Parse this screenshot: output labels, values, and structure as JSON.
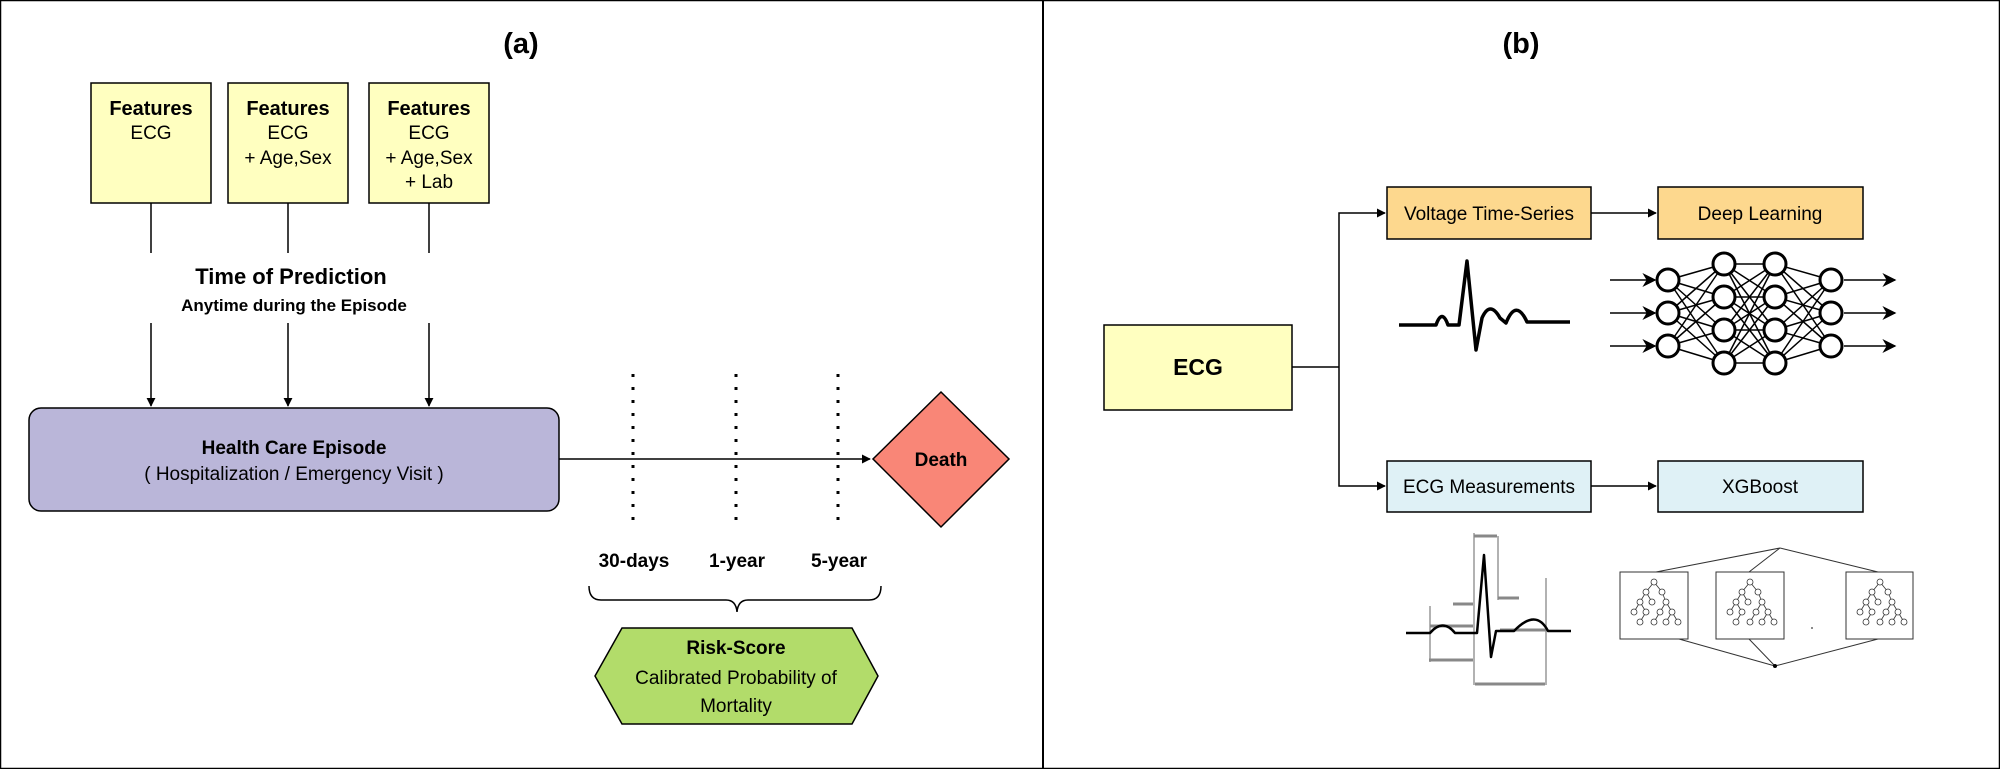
{
  "panel_a": {
    "label": "(a)",
    "feature_boxes": [
      {
        "title": "Features",
        "lines": [
          "ECG"
        ]
      },
      {
        "title": "Features",
        "lines": [
          "ECG",
          "+ Age,Sex"
        ]
      },
      {
        "title": "Features",
        "lines": [
          "ECG",
          "+ Age,Sex",
          "+ Lab"
        ]
      }
    ],
    "prediction_time": {
      "title": "Time of Prediction",
      "subtitle": "Anytime during the Episode"
    },
    "episode": {
      "title": "Health Care Episode",
      "subtitle": "( Hospitalization / Emergency Visit )"
    },
    "outcome": "Death",
    "horizons": [
      "30-days",
      "1-year",
      "5-year"
    ],
    "risk_score": {
      "title": "Risk-Score",
      "lines": [
        "Calibrated Probability of",
        "Mortality"
      ]
    }
  },
  "panel_b": {
    "label": "(b)",
    "input": "ECG",
    "top_branch": {
      "data": "Voltage Time-Series",
      "model": "Deep Learning"
    },
    "bottom_branch": {
      "data": "ECG Measurements",
      "model": "XGBoost"
    }
  },
  "colors": {
    "feature_box": "#ffffc0",
    "episode": "#bab6d9",
    "death": "#f98677",
    "risk_score": "#b2dc6a",
    "orange_box": "#fdd88e",
    "blue_box": "#dff1f6",
    "ecg_box": "#ffffc0"
  }
}
